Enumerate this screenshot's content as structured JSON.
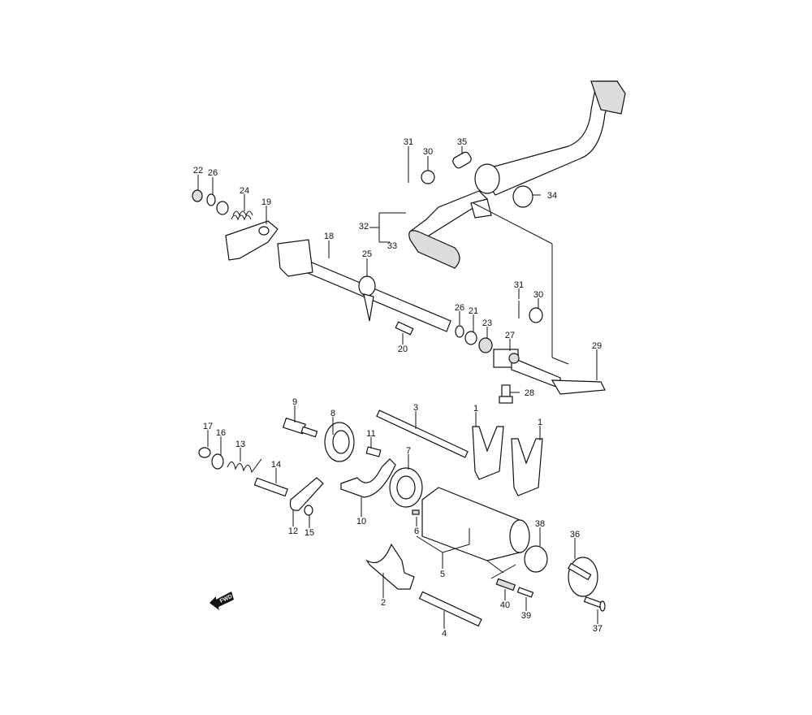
{
  "diagram_title": "",
  "fwd_label": "FWD",
  "labels": {
    "l31a": "31",
    "l30a": "30",
    "l35": "35",
    "l34": "34",
    "l22": "22",
    "l26a": "26",
    "l24": "24",
    "l19": "19",
    "l32": "32",
    "l33": "33",
    "l18": "18",
    "l25": "25",
    "l31b": "31",
    "l30b": "30",
    "l26b": "26",
    "l21": "21",
    "l23": "23",
    "l20": "20",
    "l27": "27",
    "l29": "29",
    "l28": "28",
    "l9": "9",
    "l8": "8",
    "l3": "3",
    "l1a": "1",
    "l1b": "1",
    "l17": "17",
    "l16": "16",
    "l13": "13",
    "l11": "11",
    "l7": "7",
    "l14": "14",
    "l12": "12",
    "l15": "15",
    "l10": "10",
    "l6": "6",
    "l5": "5",
    "l38": "38",
    "l36": "36",
    "l2": "2",
    "l40": "40",
    "l39": "39",
    "l37": "37",
    "l4": "4"
  }
}
